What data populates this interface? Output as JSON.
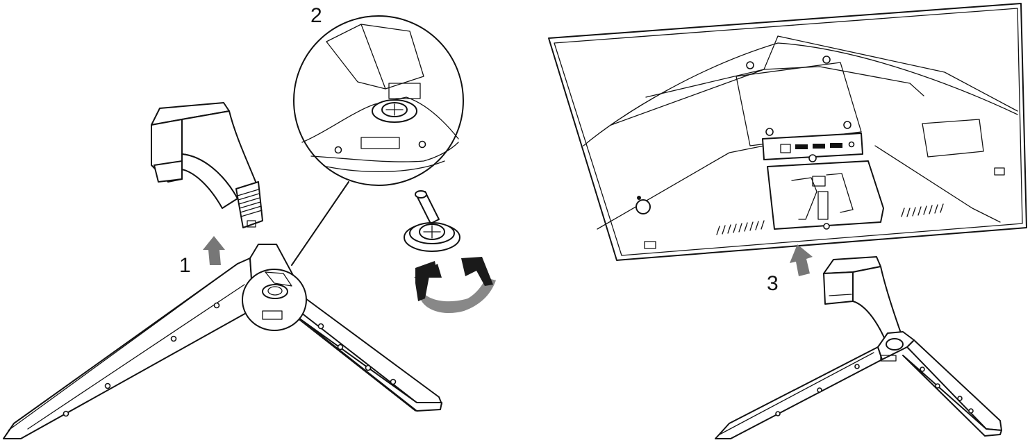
{
  "steps": [
    {
      "number": "1"
    },
    {
      "number": "2"
    },
    {
      "number": "3"
    }
  ],
  "colors": {
    "line": "#111111",
    "arrow": "#777777",
    "rotation_dark": "#1a1a1a",
    "rotation_light": "#888888",
    "background": "#ffffff"
  },
  "icons": {
    "lift_arrow": "up-arrow-icon",
    "rotate_arrow": "clockwise-rotate-icon"
  }
}
